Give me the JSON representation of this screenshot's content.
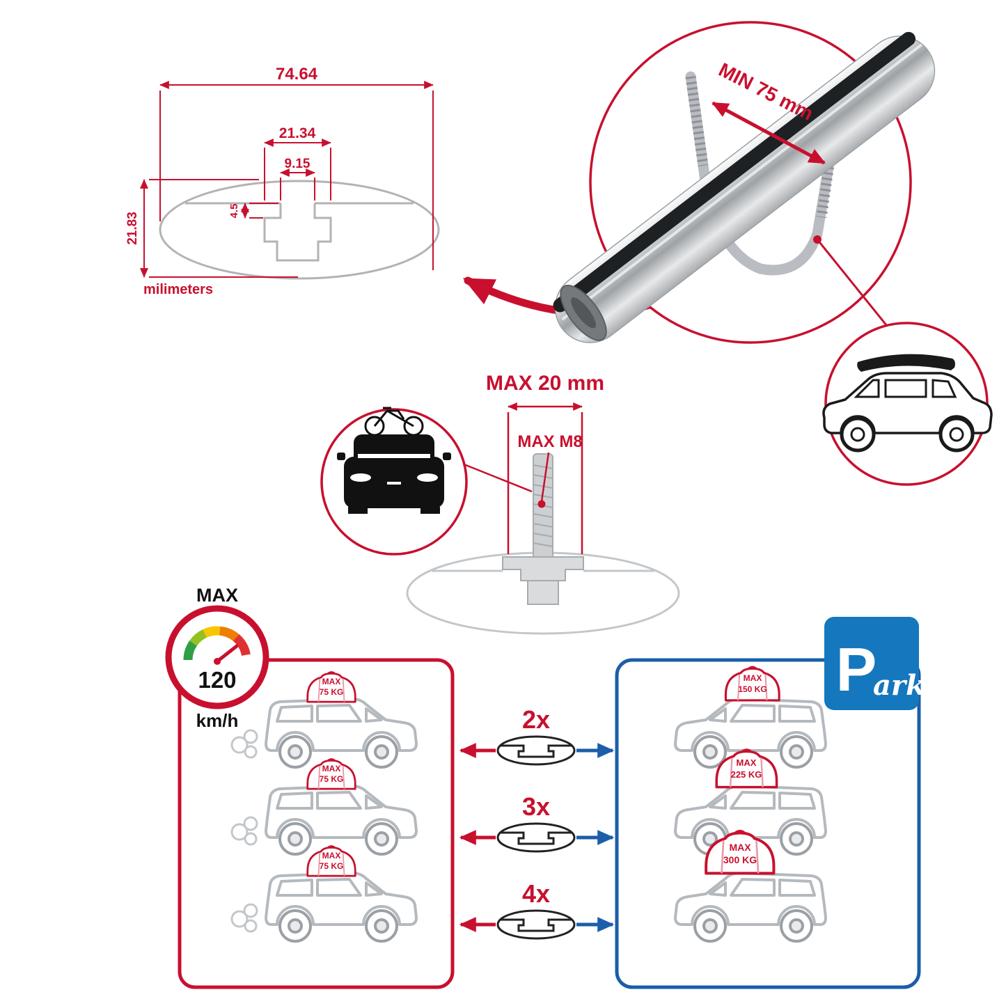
{
  "cross_section": {
    "total_width": "74.64",
    "channel_width": "21.34",
    "slot_width": "9.15",
    "slot_depth": "4.5",
    "total_height": "21.83",
    "unit": "milimeters"
  },
  "clamp": {
    "min_span": "MIN 75 mm"
  },
  "bolt": {
    "max_length": "MAX 20 mm",
    "max_thread": "MAX M8"
  },
  "speed": {
    "label": "MAX",
    "value": "120",
    "unit": "km/h"
  },
  "left_panel": {
    "cars": [
      {
        "max": "MAX",
        "kg": "75 KG"
      },
      {
        "max": "MAX",
        "kg": "75 KG"
      },
      {
        "max": "MAX",
        "kg": "75 KG"
      }
    ]
  },
  "right_panel": {
    "cars": [
      {
        "max": "MAX",
        "kg": "150 KG"
      },
      {
        "max": "MAX",
        "kg": "225 KG"
      },
      {
        "max": "MAX",
        "kg": "300 KG"
      }
    ]
  },
  "multipliers": [
    {
      "label": "2x"
    },
    {
      "label": "3x"
    },
    {
      "label": "4x"
    }
  ],
  "park_sign": {
    "letter": "P",
    "suffix": "ark"
  },
  "colors": {
    "red": "#c8102e",
    "blue": "#1b5ea9",
    "sign_blue": "#1577bd",
    "gray": "#b9bdc1"
  }
}
